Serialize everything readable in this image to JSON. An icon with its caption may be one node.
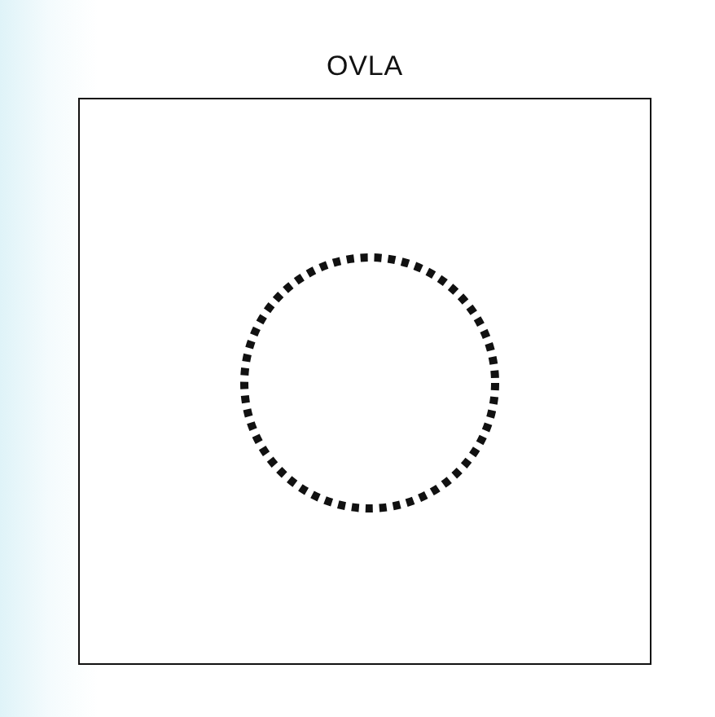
{
  "diagram": {
    "nodes": [
      {
        "text": [
          "OVLA"
        ]
      },
      {
        "text": [],
        "shape": "circle",
        "in": 0
      }
    ]
  }
}
